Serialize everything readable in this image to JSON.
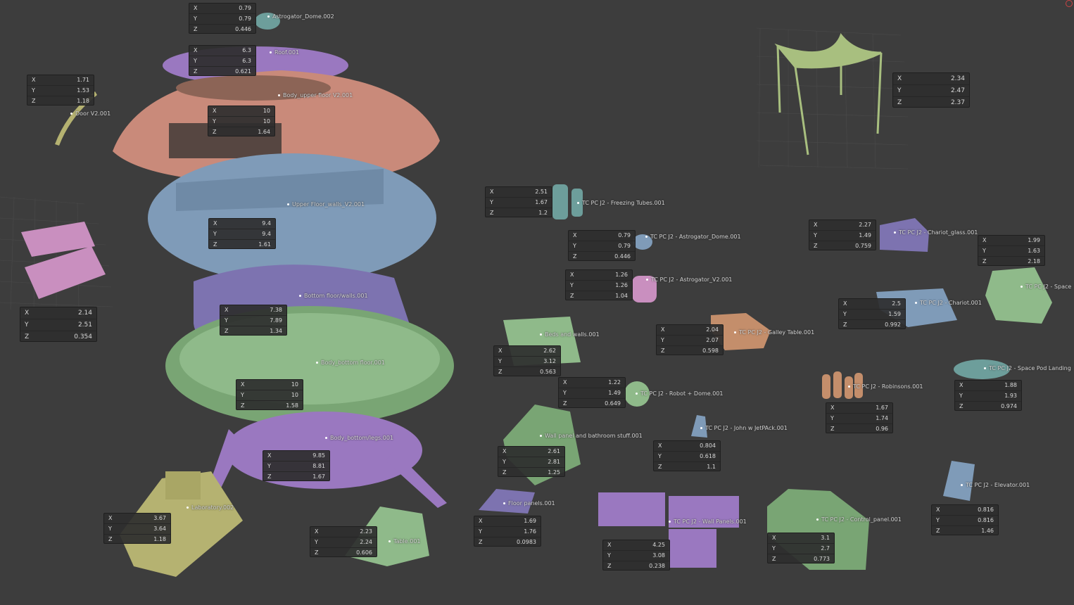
{
  "colors": {
    "background": "#3d3d3d",
    "pink": "#c98a7a",
    "blue": "#7f9bb8",
    "indigo": "#7d73b0",
    "green": "#79a574",
    "purple": "#9a78c0",
    "olive": "#b5b271",
    "lime": "#a8bf7f",
    "magenta": "#c98fbf",
    "teal": "#6d9e9b",
    "orange": "#c48e6b",
    "sage": "#8fba8f"
  },
  "objects": [
    {
      "id": "astrogator-dome-002",
      "label": "Astrogator_Dome.002",
      "dims": [
        "0.79",
        "0.79",
        "0.446"
      ]
    },
    {
      "id": "roof-001",
      "label": "Roof.001",
      "dims": [
        "6.3",
        "6.3",
        "0.621"
      ]
    },
    {
      "id": "door-v2-001",
      "label": "Door V2.001",
      "dims": [
        "1.71",
        "1.53",
        "1.18"
      ]
    },
    {
      "id": "body-upper-floor",
      "label": "Body_upper floor V2.001",
      "dims": [
        "10",
        "10",
        "1.64"
      ]
    },
    {
      "id": "upper-floor-walls",
      "label": "Upper Floor_walls_V2.001",
      "dims": [
        "9.4",
        "9.4",
        "1.61"
      ]
    },
    {
      "id": "bottom-floor-walls",
      "label": "Bottom floor/walls.001",
      "dims": [
        "7.38",
        "7.89",
        "1.34"
      ]
    },
    {
      "id": "body-bottom-floor",
      "label": "Body_bottom floor.001",
      "dims": [
        "10",
        "10",
        "1.58"
      ]
    },
    {
      "id": "body-bottom-legs",
      "label": "Body_bottom/legs.001",
      "dims": [
        "9.85",
        "8.81",
        "1.67"
      ]
    },
    {
      "id": "left-panels",
      "label": "",
      "dims": [
        "2.14",
        "2.51",
        "0.354"
      ]
    },
    {
      "id": "laboratory",
      "label": "Laboratory.002",
      "dims": [
        "3.67",
        "3.64",
        "1.18"
      ]
    },
    {
      "id": "table-001",
      "label": "Table.001",
      "dims": [
        "2.23",
        "2.24",
        "0.606"
      ]
    },
    {
      "id": "freezing-tubes",
      "label": "TC PC J2 - Freezing Tubes.001",
      "dims": [
        "2.51",
        "1.67",
        "1.2"
      ]
    },
    {
      "id": "astrogator-dome-001",
      "label": "TC PC J2 - Astrogator_Dome.001",
      "dims": [
        "0.79",
        "0.79",
        "0.446"
      ]
    },
    {
      "id": "astrogator-v2",
      "label": "TC PC J2 - Astrogator_V2.001",
      "dims": [
        "1.26",
        "1.26",
        "1.04"
      ]
    },
    {
      "id": "beds-walls",
      "label": "Beds and walls.001",
      "dims": [
        "2.62",
        "3.12",
        "0.563"
      ]
    },
    {
      "id": "galley-table",
      "label": "TC PC J2 - Galley Table.001",
      "dims": [
        "2.04",
        "2.07",
        "0.598"
      ]
    },
    {
      "id": "robot-dome",
      "label": "TC PC J2 - Robot + Dome.001",
      "dims": [
        "1.22",
        "1.49",
        "0.649"
      ]
    },
    {
      "id": "bathroom-stuff",
      "label": "Wall panel and bathroom stuff.001",
      "dims": [
        "2.61",
        "2.81",
        "1.25"
      ]
    },
    {
      "id": "john-jetpack",
      "label": "TC PC J2 - John w JetPAck.001",
      "dims": [
        "0.804",
        "0.618",
        "1.1"
      ]
    },
    {
      "id": "floor-panels",
      "label": "Floor panels.001",
      "dims": [
        "1.69",
        "1.76",
        "0.0983"
      ]
    },
    {
      "id": "wall-panels",
      "label": "TC PC J2 - Wall Panels.001",
      "dims": [
        "4.25",
        "3.08",
        "0.238"
      ]
    },
    {
      "id": "control-panel",
      "label": "TC PC J2 - Control_panel.001",
      "dims": [
        "3.1",
        "2.7",
        "0.773"
      ]
    },
    {
      "id": "elevator",
      "label": "TC PC J2 - Elevator.001",
      "dims": [
        "0.816",
        "0.816",
        "1.46"
      ]
    },
    {
      "id": "robinsons",
      "label": "TC PC J2 - Robinsons.001",
      "dims": [
        "1.67",
        "1.74",
        "0.96"
      ]
    },
    {
      "id": "space-pod-landing",
      "label": "TC PC J2 - Space Pod Landing",
      "dims": [
        "1.88",
        "1.93",
        "0.974"
      ]
    },
    {
      "id": "chariot",
      "label": "TC PC J2 - Chariot.001",
      "dims": [
        "2.5",
        "1.59",
        "0.992"
      ]
    },
    {
      "id": "chariot-glass",
      "label": "TC PC J2 - Chariot_glass.001",
      "dims": [
        "2.27",
        "1.49",
        "0.759"
      ]
    },
    {
      "id": "space-pod",
      "label": "TC PC J2 - Space",
      "dims": [
        "1.99",
        "1.63",
        "2.18"
      ]
    },
    {
      "id": "canopy",
      "label": "",
      "dims": [
        "2.34",
        "2.47",
        "2.37"
      ]
    }
  ],
  "axes": [
    "X",
    "Y",
    "Z"
  ]
}
